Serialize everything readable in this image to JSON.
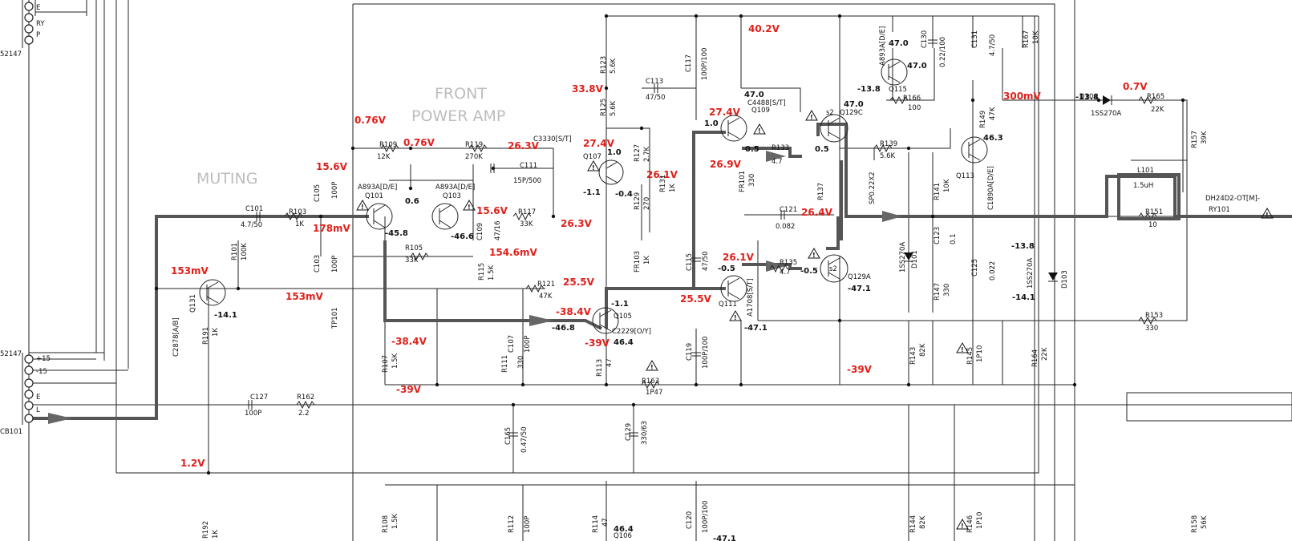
{
  "sections": {
    "front_power_amp_1": "FRONT",
    "front_power_amp_2": "POWER AMP",
    "muting": "MUTING"
  },
  "connectors": {
    "top": {
      "ref": "52147",
      "pins": [
        "E",
        "RY",
        "P"
      ]
    },
    "bottom": {
      "ref_top": "52147",
      "ref_bottom": "CB101",
      "pins": [
        "+15",
        "-15",
        "",
        "E",
        "L"
      ]
    }
  },
  "voltages": {
    "v1": "40.2V",
    "v2": "33.8V",
    "v3": "0.76V",
    "v4": "0.76V",
    "v5": "15.6V",
    "v6": "26.3V",
    "v7": "27.4V",
    "v8": "26.1V",
    "v9": "27.4V",
    "v10": "26.9V",
    "v11": "0.7V",
    "v12": "300mV",
    "v13": "15.6V",
    "v14": "178mV",
    "v15": "26.3V",
    "v16": "26.4V",
    "v17": "154.6mV",
    "v18": "153mV",
    "v19": "153mV",
    "v20": "25.5V",
    "v21": "-38.4V",
    "v22": "-38.4V",
    "v23": "-39V",
    "v24": "26.1V",
    "v25": "25.5V",
    "v26": "-39V",
    "v27": "-39V",
    "v28": "1.2V"
  },
  "components": {
    "r123": "R123",
    "r123v": "5.6K",
    "r125": "R125",
    "r125v": "5.6K",
    "c117": "C117",
    "c117v": "100P/100",
    "c113": "C113",
    "c113v": "47/50",
    "r127": "R127",
    "r127v": "2.7K",
    "r129": "R129",
    "r129v": "270",
    "r131": "R131",
    "r131v": "1K",
    "fr103": "FR103",
    "fr103v": "1K",
    "c3330": "C3330[S/T]",
    "r109": "R109",
    "r109v": "12K",
    "r119": "R119",
    "r119v": "270K",
    "c111": "C111",
    "c111v": "15P/500",
    "c105": "C105",
    "c105v": "100P",
    "r103": "R103",
    "r103v": "1K",
    "c101": "C101",
    "c101v": "4.7/50",
    "q101_type": "A893A[D/E]",
    "q101": "Q101",
    "q103_type": "A893A[D/E]",
    "q103": "Q103",
    "q107": "Q107",
    "r117": "R117",
    "r117v": "33K",
    "c109": "C109",
    "c109v": "47/16",
    "r105": "R105",
    "r105v": "33K",
    "r115": "R115",
    "r115v": "1.5K",
    "c103": "C103",
    "c103v": "100P",
    "tp101": "TP101",
    "r101": "R101",
    "r101v": "100K",
    "q131": "Q131",
    "q131_type": "C2878[A/B]",
    "r191": "R191",
    "r191v": "1K",
    "r121": "R121",
    "r121v": "47K",
    "q105": "Q105",
    "q105_type": "C2229[O/Y]",
    "r107": "R107",
    "r107v": "1.5K",
    "c107": "C107",
    "c107v": "100P",
    "r111": "R111",
    "r111v": "330",
    "r113": "R113",
    "r113v": "47",
    "r163": "R163",
    "r163v": "1P47",
    "c119": "C119",
    "c119v": "100P/100",
    "c115": "C115",
    "c115v": "47/50",
    "q109": "Q109",
    "q109_type": "C4488[S/T]",
    "r133": "R133",
    "r133v": "4.7",
    "fr101": "FR101",
    "fr101v": "330",
    "c121": "C121",
    "c121v": "0.082",
    "r137": "R137",
    "q111": "Q111",
    "q111_type": "A1708[S/T]",
    "r135": "R135",
    "r135v": "4.7",
    "q129c": "Q129C",
    "q129a": "Q129A",
    "r139": "R139",
    "r139v": "5.6K",
    "sp": "SP0.22X2",
    "q115": "Q115",
    "q115_type": "A893A[D/E]",
    "r166": "R166",
    "r166v": "100",
    "c130": "C130",
    "c130v": "0.22/100",
    "c131": "C131",
    "c131v": "4.7/50",
    "r167": "R167",
    "r167v": "10K",
    "r149": "R149",
    "r149v": "47K",
    "q113": "Q113",
    "q113_type": "C1890A[D/E]",
    "r141": "R141",
    "r141v": "10K",
    "c123": "C123",
    "c123v": "0.1",
    "d101": "D101",
    "d101_type": "1SS270A",
    "r147": "R147",
    "r147v": "330",
    "c125": "C125",
    "c125v": "0.022",
    "d103": "D103",
    "d103_type": "1SS270A",
    "d104": "D104",
    "d104_type": "1SS270A",
    "r165": "R165",
    "r165v": "22K",
    "r157": "R157",
    "r157v": "39K",
    "l101": "L101",
    "l101v": "1.5uH",
    "r151": "R151",
    "r151v": "10",
    "r153": "R153",
    "r153v": "330",
    "relay": "DH24D2-OT[M]-",
    "ry101": "RY101",
    "r143": "R143",
    "r143v": "82K",
    "r145": "R145",
    "r145v": "1P10",
    "r164": "R164",
    "r164v": "22K",
    "c127": "C127",
    "c127v": "100P",
    "r162": "R162",
    "r162v": "2.2",
    "c165": "C165",
    "c165v": "0.47/50",
    "c129": "C129",
    "c129v": "330/63",
    "r108": "R108",
    "r108v": "1.5K",
    "r112": "R112",
    "r112v": "100P",
    "r114": "R114",
    "r114v": "47",
    "q106": "Q106",
    "c120": "C120",
    "c120v": "100P/100",
    "r144": "R144",
    "r144v": "82K",
    "r146": "R146",
    "r146v": "1P10",
    "r158": "R158",
    "r158v": "56K",
    "r192": "R192",
    "r192v": "1K"
  },
  "node_values": {
    "n1": "0.6",
    "n2": "-45.8",
    "n3": "-46.6",
    "n4": "1.0",
    "n5": "-1.1",
    "n6": "-0.4",
    "n7": "-1.1",
    "n8": "-46.8",
    "n9": "46.4",
    "n10": "-14.1",
    "n11": "47.0",
    "n12": "1.0",
    "n13": "0.5",
    "n14": "0.5",
    "n15": "47.0",
    "n16": "47.0",
    "n17": "47.0",
    "n18": "-13.8",
    "n19": "46.3",
    "n20": "-0.5",
    "n21": "-0.5",
    "n22": "-47.1",
    "n23": "-47.1",
    "n24": "-13.8",
    "n25": "-14.1",
    "n26": "-13.8",
    "n27": "46.4",
    "n28": "-47.1",
    "n29": "s2",
    "n30": "s2"
  }
}
